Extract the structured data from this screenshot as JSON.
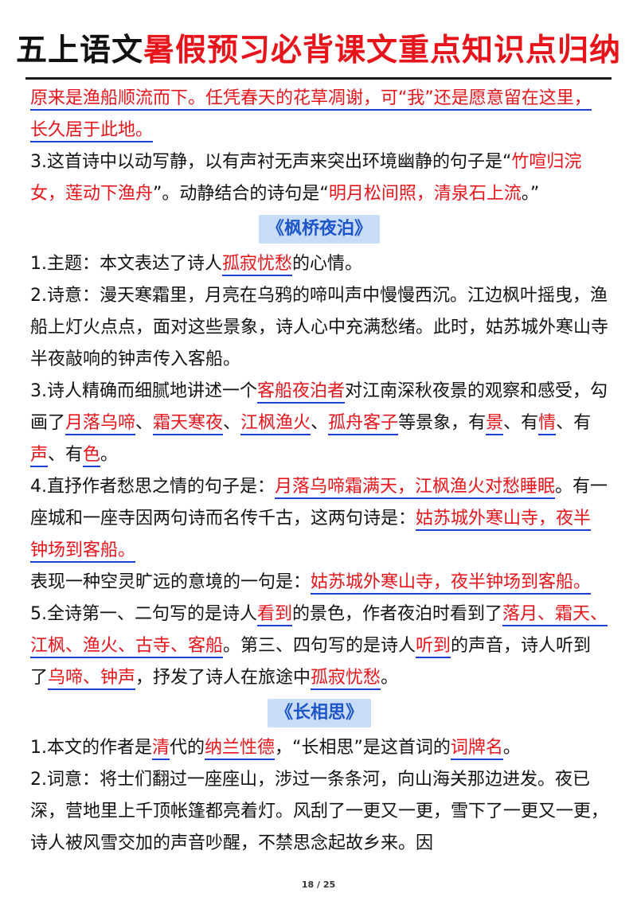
{
  "header": {
    "title_black": "五上语文",
    "title_red": "暑假预习必背课文重点知识点归纳"
  },
  "cont": {
    "s1": "原来是渔船顺流而下。任凭春天的花草凋谢，可“我”还是愿意留在这里，长久居于此地。"
  },
  "p3": {
    "a": "3.这首诗中以动写静，以有声衬无声来突出环境幽静的句子是“",
    "h1": "竹喧归浣女，莲动下渔舟",
    "b": "”。动静结合的诗句是“",
    "h2": "明月松间照，清泉石上流",
    "c": "。”"
  },
  "sec1": {
    "title": "《枫桥夜泊》",
    "i1": {
      "a": "1.主题：本文表达了诗人",
      "h": "孤寂忧愁",
      "b": "的心情。"
    },
    "i2": "2.诗意：漫天寒霜里，月亮在乌鸦的啼叫声中慢慢西沉。江边枫叶摇曳，渔船上灯火点点，面对这些景象，诗人心中充满愁绪。此时，姑苏城外寒山寺半夜敲响的钟声传入客船。",
    "i3": {
      "a": "3.诗人精确而细腻地讲述一个",
      "h1": "客船夜泊者",
      "b": "对江南深秋夜景的观察和感受，勾画了",
      "h2": "月落乌啼",
      "s1": "、",
      "h3": "霜天寒夜",
      "s2": "、",
      "h4": "江枫渔火",
      "s3": "、",
      "h5": "孤舟客子",
      "c": "等景象，有",
      "h6": "景",
      "s4": "、有",
      "h7": "情",
      "s5": "、有",
      "h8": "声",
      "s6": "、有",
      "h9": "色",
      "d": "。"
    },
    "i4": {
      "a": "4.直抒作者愁思之情的句子是：",
      "h1": "月落乌啼霜满天，江枫渔火对愁睡眠",
      "b": "。有一座城和一座寺因两句诗而名传千古，这两句诗是：",
      "h2": "姑苏城外寒山寺，夜半钟场到客船。"
    },
    "i4b": {
      "a": "表现一种空灵旷远的意境的一句是：",
      "h": "姑苏城外寒山寺，夜半钟场到客船。"
    },
    "i5": {
      "a": "5.全诗第一、二句写的是诗人",
      "h1": "看到",
      "b": "的景色，作者夜泊时看到了",
      "h2": "落月、霜天、江枫、渔火、古寺、客船",
      "c": "。第三、四句写的是诗人",
      "h3": "听到",
      "d": "的声音，诗人听到了",
      "h4": "乌啼、钟声",
      "e": "，抒发了诗人在旅途中",
      "h5": "孤寂忧愁",
      "f": "。"
    }
  },
  "sec2": {
    "title": "《长相思》",
    "i1": {
      "a": "1.本文的作者是",
      "h1": "清",
      "b": "代的",
      "h2": "纳兰性德",
      "c": "，“长相思”是这首词的",
      "h3": "词牌名",
      "d": "。"
    },
    "i2": "2.词意：将士们翻过一座座山，涉过一条条河，向山海关那边进发。夜已深，营地里上千顶帐篷都亮着灯。风刮了一更又一更，雪下了一更又一更，诗人被风雪交加的声音吵醒，不禁思念起故乡来。因"
  },
  "footer": {
    "page": "18 / 25"
  },
  "colors": {
    "red": "#e8141b",
    "underline_blue": "#1f3fd6",
    "section_bg": "#c9dcf7",
    "section_text": "#1d55c9"
  }
}
